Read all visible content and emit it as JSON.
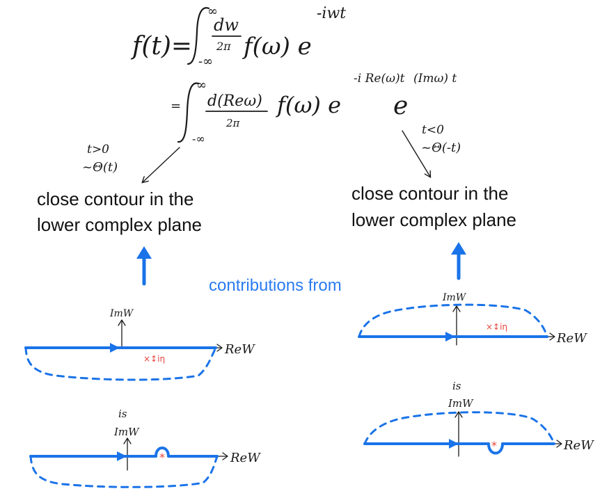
{
  "equation": {
    "line1_lhs": "f(t)=",
    "line1_upper_limit": "∞",
    "line1_lower_limit": "-∞",
    "line1_frac_num": "dw",
    "line1_frac_den": "2π",
    "line1_body": "f(ω) e",
    "line1_exponent": "-iwt",
    "line2_eq": "=",
    "line2_upper_limit": "∞",
    "line2_lower_limit": "-∞",
    "line2_frac_num": "d(Reω)",
    "line2_frac_den": "2π",
    "line2_body": "f(ω) e",
    "line2_exponent": "-i Re(ω)t",
    "line2_e2": "e",
    "line2_exponent2": "(Imω) t"
  },
  "left": {
    "condition_line1": "t>0",
    "condition_line2": "~Θ(t)",
    "caption_line1": "close contour in the",
    "caption_line2": "lower complex plane",
    "diagram1": {
      "axis_y_label": "ImW",
      "axis_x_label": "ReW",
      "pole_label": "×↕iη"
    },
    "diagram2": {
      "is_label": "is",
      "axis_y_label": "ImW",
      "axis_x_label": "ReW",
      "pole_mark": "*"
    }
  },
  "center": {
    "contributions_text": "contributions from"
  },
  "right": {
    "condition_line1": "t<0",
    "condition_line2": "~Θ(-t)",
    "caption_line1": "close contour in the",
    "caption_line2": "lower complex plane",
    "diagram1": {
      "axis_y_label": "ImW",
      "axis_x_label": "ReW",
      "pole_label": "×↕iη"
    },
    "diagram2": {
      "is_label": "is",
      "axis_y_label": "ImW",
      "axis_x_label": "ReW",
      "pole_mark": "*"
    }
  },
  "colors": {
    "ink": "#1a1a1a",
    "contour_blue": "#1a73e8",
    "text_blue": "#2b7bf0",
    "pole_red": "#e8453c"
  }
}
